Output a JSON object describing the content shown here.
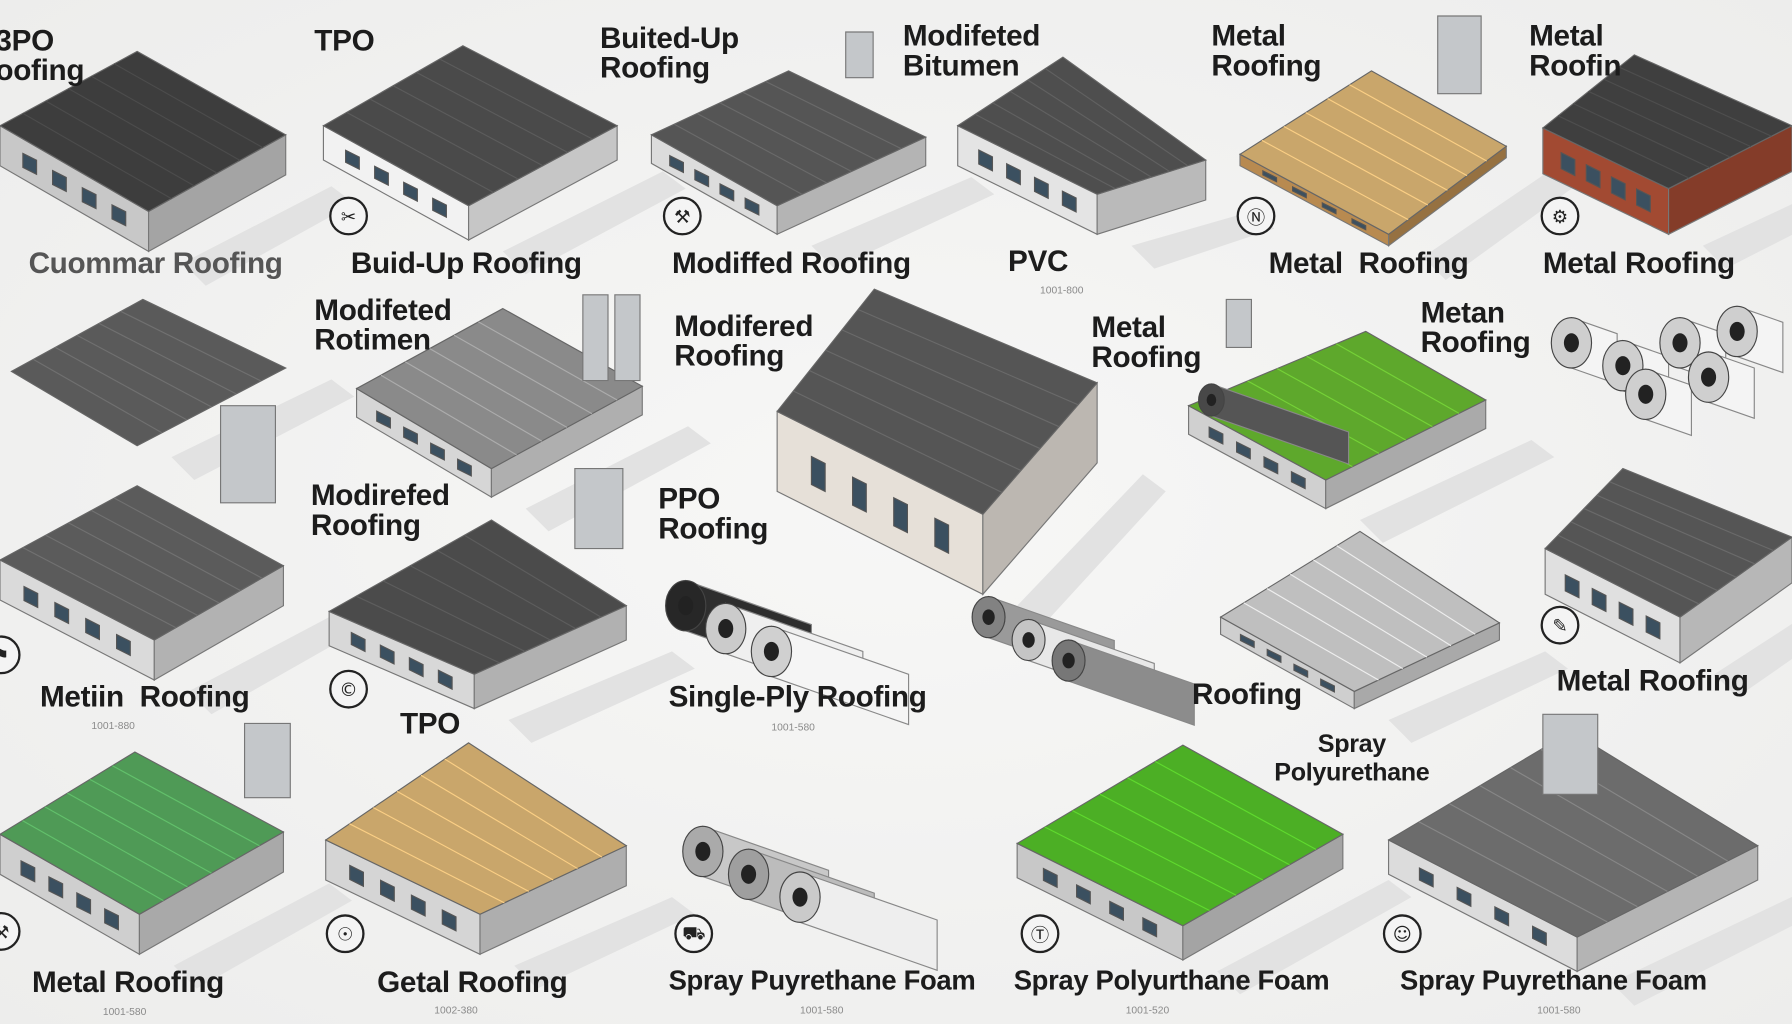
{
  "labels": [
    "3PO\noofing",
    "TPO",
    "Buited-Up\nRoofing",
    "Modifeted\nBitumen",
    "Metal\nRoofing",
    "Metal\nRoofin",
    "Cuommar Roofing",
    "Buid-Up Roofing",
    "Modiffed Roofing",
    "PVC",
    "Metal  Roofing",
    "Metal Roofing",
    "Modifeted\nRotimen",
    "Modifered\nRoofing",
    "Metal\nRoofing",
    "Metan\nRoofing",
    "Modirefed\nRoofing",
    "PPO\nRoofing",
    "Metiin  Roofing",
    "Single-Ply Roofing",
    "Roofing",
    "Metal Roofing",
    "TPO",
    "Spray\nPolyurethane",
    "Metal Roofing",
    "Getal Roofing",
    "Spray Puyrethane Foam",
    "Spray Polyurthane Foam",
    "Spray Puyrethane Foam"
  ],
  "sublabels": [
    "1001-580",
    "1002-380",
    "1001-580",
    "1001-520",
    "1001-580",
    "1001-880",
    "1001-800",
    "1001-580"
  ],
  "icons": [
    "tool-icon",
    "tool-icon",
    "tool-icon",
    "tool-icon",
    "tool-icon",
    "tool-icon",
    "tool-icon",
    "tool-icon",
    "tool-icon",
    "tool-icon",
    "tool-icon",
    "tool-icon"
  ],
  "colors": {
    "dark_roof": "#3f3f3f",
    "green_roof": "#5ea82c",
    "metal_green": "#4f9a56",
    "copper": "#c9a66b",
    "brick": "#a24a32"
  }
}
